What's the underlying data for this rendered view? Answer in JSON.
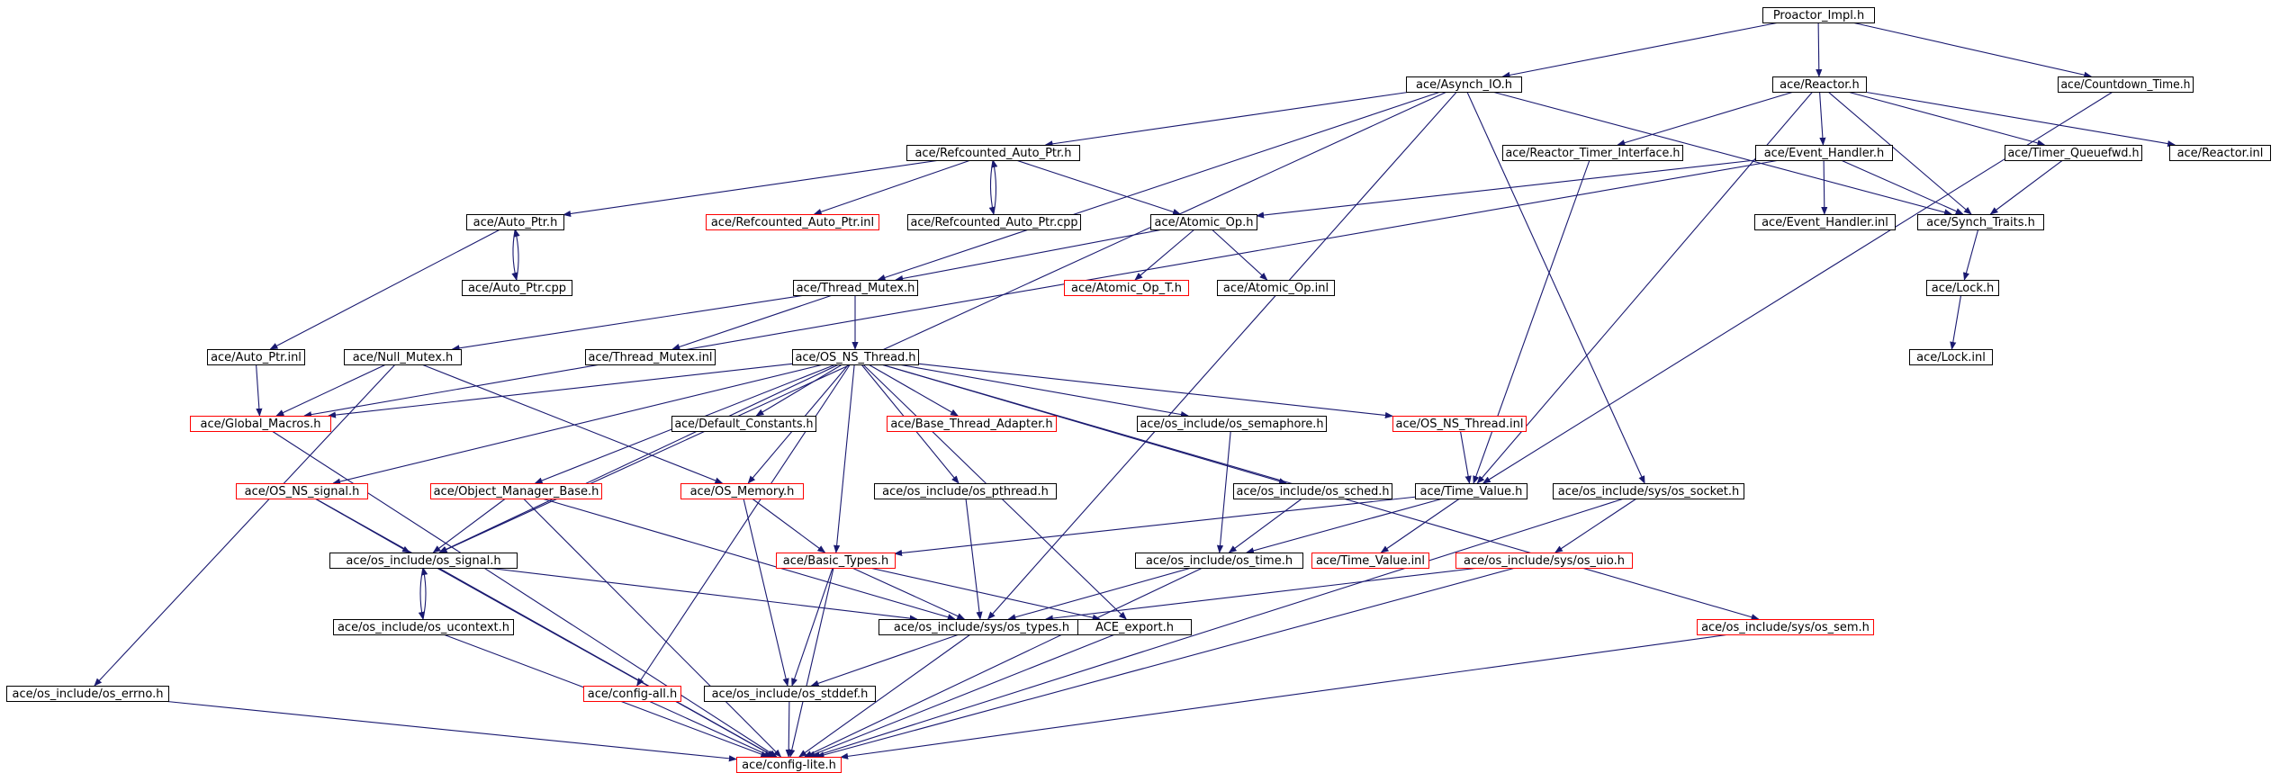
{
  "title": "",
  "colors": {
    "edge": "#191970",
    "node_border_normal": "#000000",
    "node_border_missing": "#ff0000",
    "node_fill_root": "#bfbfbf",
    "node_fill": "#ffffff"
  },
  "nodes": [
    {
      "id": "n_proactor",
      "label": "Proactor_Impl.h",
      "style": "root"
    },
    {
      "id": "n_asynch",
      "label": "ace/Asynch_IO.h",
      "style": "normal"
    },
    {
      "id": "n_reactor",
      "label": "ace/Reactor.h",
      "style": "normal"
    },
    {
      "id": "n_countdown",
      "label": "ace/Countdown_Time.h",
      "style": "normal"
    },
    {
      "id": "n_refcnt",
      "label": "ace/Refcounted_Auto_Ptr.h",
      "style": "normal"
    },
    {
      "id": "n_rti",
      "label": "ace/Reactor_Timer_Interface.h",
      "style": "normal"
    },
    {
      "id": "n_eh",
      "label": "ace/Event_Handler.h",
      "style": "normal"
    },
    {
      "id": "n_tqf",
      "label": "ace/Timer_Queuefwd.h",
      "style": "normal"
    },
    {
      "id": "n_rinl",
      "label": "ace/Reactor.inl",
      "style": "normal"
    },
    {
      "id": "n_autoptr",
      "label": "ace/Auto_Ptr.h",
      "style": "normal"
    },
    {
      "id": "n_rcinl",
      "label": "ace/Refcounted_Auto_Ptr.inl",
      "style": "missing"
    },
    {
      "id": "n_rccpp",
      "label": "ace/Refcounted_Auto_Ptr.cpp",
      "style": "normal"
    },
    {
      "id": "n_atomic",
      "label": "ace/Atomic_Op.h",
      "style": "normal"
    },
    {
      "id": "n_ehinl",
      "label": "ace/Event_Handler.inl",
      "style": "normal"
    },
    {
      "id": "n_synch",
      "label": "ace/Synch_Traits.h",
      "style": "normal"
    },
    {
      "id": "n_apcpp",
      "label": "ace/Auto_Ptr.cpp",
      "style": "normal"
    },
    {
      "id": "n_tmutex",
      "label": "ace/Thread_Mutex.h",
      "style": "normal"
    },
    {
      "id": "n_aopt",
      "label": "ace/Atomic_Op_T.h",
      "style": "missing"
    },
    {
      "id": "n_aoinl",
      "label": "ace/Atomic_Op.inl",
      "style": "normal"
    },
    {
      "id": "n_lock",
      "label": "ace/Lock.h",
      "style": "normal"
    },
    {
      "id": "n_apinl",
      "label": "ace/Auto_Ptr.inl",
      "style": "normal"
    },
    {
      "id": "n_nullm",
      "label": "ace/Null_Mutex.h",
      "style": "normal"
    },
    {
      "id": "n_tminl",
      "label": "ace/Thread_Mutex.inl",
      "style": "normal"
    },
    {
      "id": "n_osns",
      "label": "ace/OS_NS_Thread.h",
      "style": "normal"
    },
    {
      "id": "n_lockinl",
      "label": "ace/Lock.inl",
      "style": "normal"
    },
    {
      "id": "n_gmac",
      "label": "ace/Global_Macros.h",
      "style": "missing"
    },
    {
      "id": "n_defc",
      "label": "ace/Default_Constants.h",
      "style": "normal"
    },
    {
      "id": "n_bta",
      "label": "ace/Base_Thread_Adapter.h",
      "style": "missing"
    },
    {
      "id": "n_ossem",
      "label": "ace/os_include/os_semaphore.h",
      "style": "normal"
    },
    {
      "id": "n_osnsinl",
      "label": "ace/OS_NS_Thread.inl",
      "style": "missing"
    },
    {
      "id": "n_osnssig",
      "label": "ace/OS_NS_signal.h",
      "style": "missing"
    },
    {
      "id": "n_omb",
      "label": "ace/Object_Manager_Base.h",
      "style": "missing"
    },
    {
      "id": "n_osmem",
      "label": "ace/OS_Memory.h",
      "style": "missing"
    },
    {
      "id": "n_ospth",
      "label": "ace/os_include/os_pthread.h",
      "style": "normal"
    },
    {
      "id": "n_ossched",
      "label": "ace/os_include/os_sched.h",
      "style": "normal"
    },
    {
      "id": "n_tv",
      "label": "ace/Time_Value.h",
      "style": "normal"
    },
    {
      "id": "n_ossock",
      "label": "ace/os_include/sys/os_socket.h",
      "style": "normal"
    },
    {
      "id": "n_ossignal",
      "label": "ace/os_include/os_signal.h",
      "style": "normal"
    },
    {
      "id": "n_btypes",
      "label": "ace/Basic_Types.h",
      "style": "missing"
    },
    {
      "id": "n_ostime",
      "label": "ace/os_include/os_time.h",
      "style": "normal"
    },
    {
      "id": "n_tvinl",
      "label": "ace/Time_Value.inl",
      "style": "missing"
    },
    {
      "id": "n_osuio",
      "label": "ace/os_include/sys/os_uio.h",
      "style": "missing"
    },
    {
      "id": "n_osuctx",
      "label": "ace/os_include/os_ucontext.h",
      "style": "normal"
    },
    {
      "id": "n_ostypes",
      "label": "ace/os_include/sys/os_types.h",
      "style": "normal"
    },
    {
      "id": "n_aceexp",
      "label": "ACE_export.h",
      "style": "normal"
    },
    {
      "id": "n_ossyssem",
      "label": "ace/os_include/sys/os_sem.h",
      "style": "missing"
    },
    {
      "id": "n_oserrno",
      "label": "ace/os_include/os_errno.h",
      "style": "normal"
    },
    {
      "id": "n_cfgall",
      "label": "ace/config-all.h",
      "style": "missing"
    },
    {
      "id": "n_osstddef",
      "label": "ace/os_include/os_stddef.h",
      "style": "normal"
    },
    {
      "id": "n_cfglite",
      "label": "ace/config-lite.h",
      "style": "missing"
    }
  ],
  "edges": [
    [
      "n_proactor",
      "n_asynch"
    ],
    [
      "n_proactor",
      "n_reactor"
    ],
    [
      "n_proactor",
      "n_countdown"
    ],
    [
      "n_asynch",
      "n_refcnt"
    ],
    [
      "n_asynch",
      "n_tmutex"
    ],
    [
      "n_asynch",
      "n_ossignal"
    ],
    [
      "n_asynch",
      "n_ostypes"
    ],
    [
      "n_asynch",
      "n_synch"
    ],
    [
      "n_asynch",
      "n_ossock"
    ],
    [
      "n_reactor",
      "n_rti"
    ],
    [
      "n_reactor",
      "n_eh"
    ],
    [
      "n_reactor",
      "n_tqf"
    ],
    [
      "n_reactor",
      "n_rinl"
    ],
    [
      "n_reactor",
      "n_tv"
    ],
    [
      "n_reactor",
      "n_synch"
    ],
    [
      "n_countdown",
      "n_tv"
    ],
    [
      "n_refcnt",
      "n_autoptr"
    ],
    [
      "n_refcnt",
      "n_rcinl"
    ],
    [
      "n_refcnt",
      "n_rccpp"
    ],
    [
      "n_refcnt",
      "n_atomic"
    ],
    [
      "n_rccpp",
      "n_refcnt"
    ],
    [
      "n_rti",
      "n_tv"
    ],
    [
      "n_eh",
      "n_atomic"
    ],
    [
      "n_eh",
      "n_ehinl"
    ],
    [
      "n_eh",
      "n_synch"
    ],
    [
      "n_eh",
      "n_gmac"
    ],
    [
      "n_tqf",
      "n_synch"
    ],
    [
      "n_autoptr",
      "n_apcpp"
    ],
    [
      "n_autoptr",
      "n_apinl"
    ],
    [
      "n_apcpp",
      "n_autoptr"
    ],
    [
      "n_atomic",
      "n_tmutex"
    ],
    [
      "n_atomic",
      "n_aopt"
    ],
    [
      "n_atomic",
      "n_aoinl"
    ],
    [
      "n_synch",
      "n_lock"
    ],
    [
      "n_lock",
      "n_lockinl"
    ],
    [
      "n_apinl",
      "n_gmac"
    ],
    [
      "n_tmutex",
      "n_nullm"
    ],
    [
      "n_tmutex",
      "n_tminl"
    ],
    [
      "n_tmutex",
      "n_osns"
    ],
    [
      "n_nullm",
      "n_gmac"
    ],
    [
      "n_nullm",
      "n_osmem"
    ],
    [
      "n_nullm",
      "n_oserrno"
    ],
    [
      "n_osns",
      "n_gmac"
    ],
    [
      "n_osns",
      "n_defc"
    ],
    [
      "n_osns",
      "n_bta"
    ],
    [
      "n_osns",
      "n_ossem"
    ],
    [
      "n_osns",
      "n_osnsinl"
    ],
    [
      "n_osns",
      "n_osnssig"
    ],
    [
      "n_osns",
      "n_omb"
    ],
    [
      "n_osns",
      "n_osmem"
    ],
    [
      "n_osns",
      "n_ospth"
    ],
    [
      "n_osns",
      "n_ossched"
    ],
    [
      "n_osns",
      "n_ossignal"
    ],
    [
      "n_osns",
      "n_btypes"
    ],
    [
      "n_osns",
      "n_aceexp"
    ],
    [
      "n_osns",
      "n_ossyssem"
    ],
    [
      "n_osns",
      "n_cfgall"
    ],
    [
      "n_gmac",
      "n_cfglite"
    ],
    [
      "n_ossem",
      "n_ostime"
    ],
    [
      "n_osnsinl",
      "n_tv"
    ],
    [
      "n_osnssig",
      "n_ossignal"
    ],
    [
      "n_osnssig",
      "n_cfglite"
    ],
    [
      "n_omb",
      "n_ossignal"
    ],
    [
      "n_omb",
      "n_ostypes"
    ],
    [
      "n_omb",
      "n_cfglite"
    ],
    [
      "n_osmem",
      "n_btypes"
    ],
    [
      "n_osmem",
      "n_osstddef"
    ],
    [
      "n_ospth",
      "n_ostypes"
    ],
    [
      "n_ossched",
      "n_ostime"
    ],
    [
      "n_tv",
      "n_btypes"
    ],
    [
      "n_tv",
      "n_ostime"
    ],
    [
      "n_tv",
      "n_tvinl"
    ],
    [
      "n_ossock",
      "n_osuio"
    ],
    [
      "n_ossock",
      "n_cfglite"
    ],
    [
      "n_ossignal",
      "n_osuctx"
    ],
    [
      "n_ossignal",
      "n_ostypes"
    ],
    [
      "n_ossignal",
      "n_cfglite"
    ],
    [
      "n_osuctx",
      "n_ossignal"
    ],
    [
      "n_osuctx",
      "n_cfglite"
    ],
    [
      "n_btypes",
      "n_ostypes"
    ],
    [
      "n_btypes",
      "n_aceexp"
    ],
    [
      "n_btypes",
      "n_osstddef"
    ],
    [
      "n_btypes",
      "n_cfglite"
    ],
    [
      "n_ostime",
      "n_ostypes"
    ],
    [
      "n_ostime",
      "n_cfglite"
    ],
    [
      "n_osuio",
      "n_ostypes"
    ],
    [
      "n_osuio",
      "n_cfglite"
    ],
    [
      "n_ostypes",
      "n_osstddef"
    ],
    [
      "n_ostypes",
      "n_cfglite"
    ],
    [
      "n_aceexp",
      "n_cfglite"
    ],
    [
      "n_ossyssem",
      "n_cfglite"
    ],
    [
      "n_oserrno",
      "n_cfglite"
    ],
    [
      "n_cfgall",
      "n_cfglite"
    ],
    [
      "n_osstddef",
      "n_cfglite"
    ]
  ]
}
